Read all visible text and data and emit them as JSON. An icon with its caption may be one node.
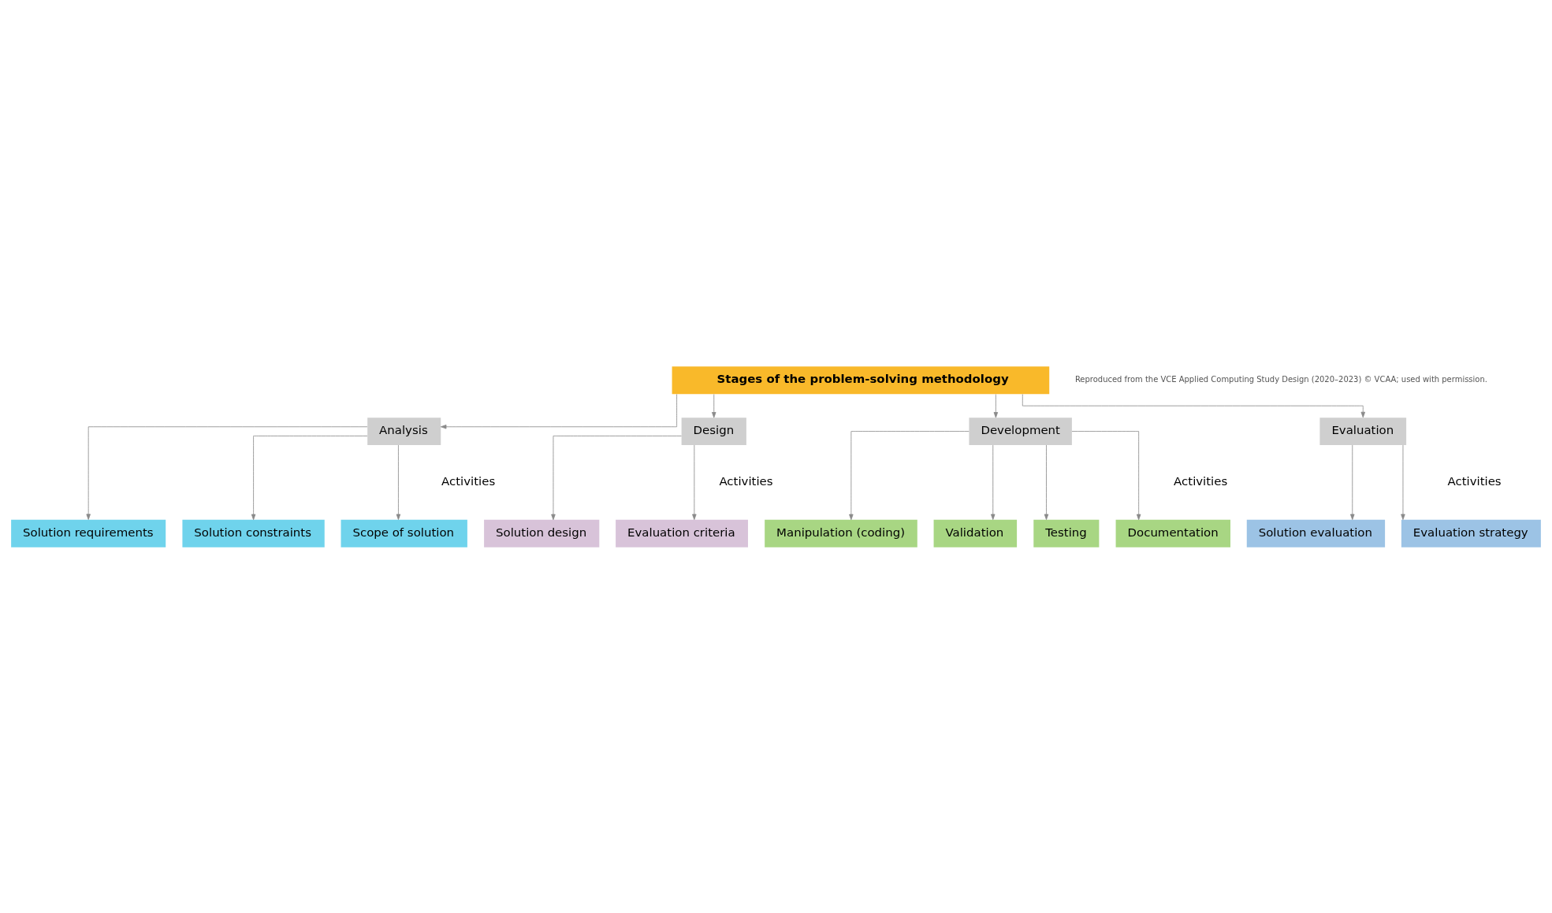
{
  "diagram": {
    "nodes": [
      {
        "text": [
          "Stages of the problem-solving methodology"
        ]
      },
      {
        "text": [
          "Analysis"
        ]
      },
      {
        "text": [
          "Design"
        ]
      },
      {
        "text": [
          "Development"
        ]
      },
      {
        "text": [
          "Evaluation"
        ]
      },
      {
        "text": [
          "Solution requirements"
        ]
      },
      {
        "text": [
          "Solution constraints"
        ]
      },
      {
        "text": [
          "Scope of solution"
        ]
      },
      {
        "text": [
          "Solution design"
        ]
      },
      {
        "text": [
          "Evaluation criteria"
        ]
      },
      {
        "text": [
          "Manipulation (coding)"
        ]
      },
      {
        "text": [
          "Validation"
        ]
      },
      {
        "text": [
          "Testing"
        ]
      },
      {
        "text": [
          "Documentation"
        ]
      },
      {
        "text": [
          "Solution evaluation"
        ]
      },
      {
        "text": [
          "Evaluation strategy"
        ]
      }
    ],
    "edges": [
      {
        "from": 0,
        "to": 1,
        "arrow": "to"
      },
      {
        "from": 0,
        "to": 2,
        "arrow": "to"
      },
      {
        "from": 0,
        "to": 3,
        "arrow": "to"
      },
      {
        "from": 0,
        "to": 4,
        "arrow": "to"
      },
      {
        "from": 1,
        "to": 5,
        "arrow": "to"
      },
      {
        "from": 1,
        "to": 6,
        "arrow": "to"
      },
      {
        "from": 1,
        "to": 7,
        "arrow": "to"
      },
      {
        "from": 2,
        "to": 8,
        "arrow": "to"
      },
      {
        "from": 2,
        "to": 9,
        "arrow": "to"
      },
      {
        "from": 3,
        "to": 10,
        "arrow": "to"
      },
      {
        "from": 3,
        "to": 11,
        "arrow": "to"
      },
      {
        "from": 3,
        "to": 12,
        "arrow": "to"
      },
      {
        "from": 3,
        "to": 13,
        "arrow": "to"
      },
      {
        "from": 4,
        "to": 14,
        "arrow": "to"
      },
      {
        "from": 4,
        "to": 15,
        "arrow": "to"
      }
    ],
    "labels": [
      "Activities",
      "Activities",
      "Activities",
      "Activities",
      "Reproduced from the VCE Applied Computing Study Design (2020–2023) © VCAA; used with permission."
    ]
  }
}
